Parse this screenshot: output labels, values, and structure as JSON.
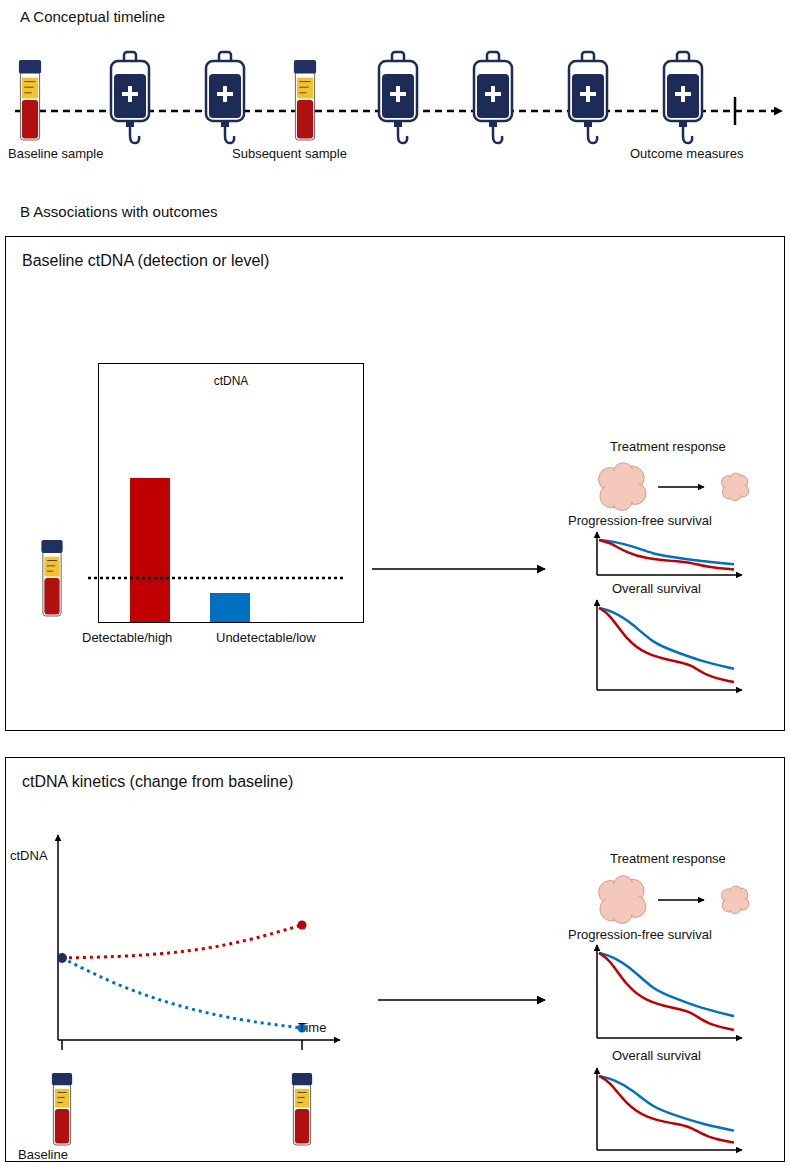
{
  "diagram": {
    "nodes": [
      {
        "text": [
          "Baseline ctDNA (detection or level)"
        ]
      },
      {
        "text": [
          "ctDNA"
        ],
        "in": 0
      },
      {
        "text": [
          "ctDNA kinetics (change from baseline)"
        ]
      }
    ],
    "labels": [
      "A Conceptual timeline",
      "Baseline sample",
      "Subsequent sample",
      "Outcome measures",
      "B Associations with outcomes",
      "Detectable/high",
      "Undetectable/low",
      "Treatment response",
      "Progression-free survival",
      "Overall survival",
      "Treatment response",
      "Progression-free survival",
      "Overall survival",
      "ctDNA",
      "Time",
      "Baseline"
    ]
  }
}
